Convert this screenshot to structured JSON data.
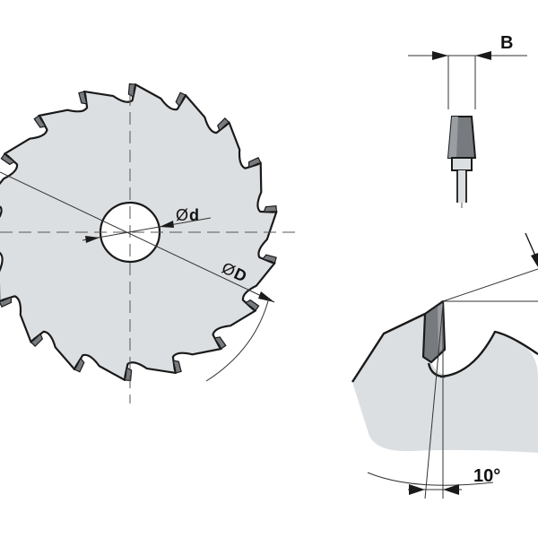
{
  "labels": {
    "thickness": "B",
    "bore_symbol": "Ø",
    "bore": "d",
    "diameter_symbol": "Ø",
    "diameter": "D",
    "clearance_angle": "10°"
  },
  "colors": {
    "blade_fill": "#dcdfe1",
    "tooth_tip": "#777b7f",
    "outline": "#1a1a1a",
    "dim_line": "#333333",
    "background": "#ffffff"
  },
  "blade": {
    "tooth_count": 18
  }
}
